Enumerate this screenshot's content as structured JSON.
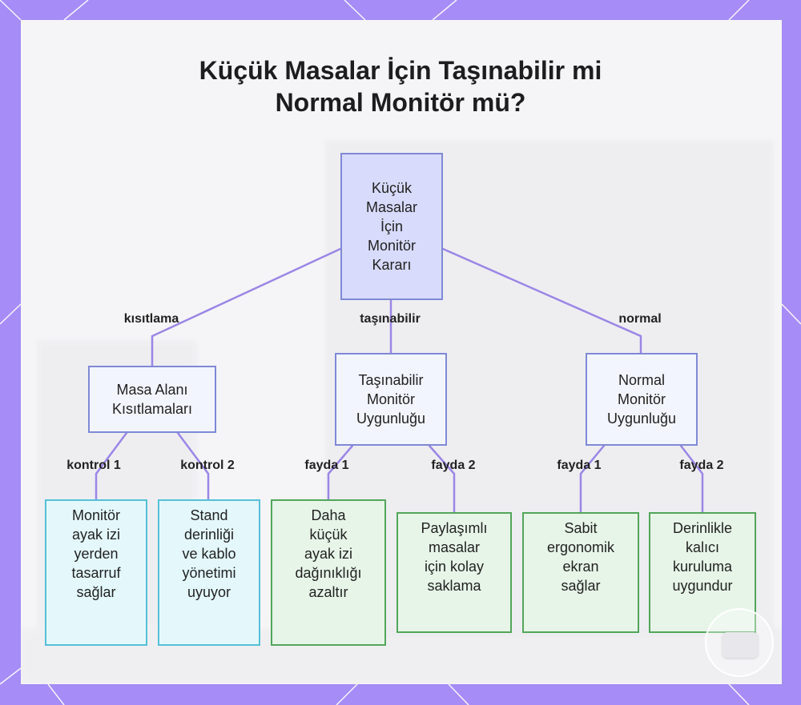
{
  "title": {
    "line1": "Küçük Masalar İçin Taşınabilir mi",
    "line2": "Normal Monitör mü?"
  },
  "colors": {
    "background": "#a58cf6",
    "panel": "#f5f5f7",
    "connector": "#9b86e6",
    "root_fill": "#d8dbfb",
    "mid_fill": "#f3f5fe",
    "blue_leaf_fill": "#e4f8fc",
    "green_leaf_fill": "#e7f5e8"
  },
  "root": {
    "lines": [
      "Küçük",
      "Masalar",
      "İçin",
      "Monitör",
      "Kararı"
    ]
  },
  "branches": [
    {
      "edge_label": "kısıtlama",
      "node_lines": [
        "Masa Alanı",
        "Kısıtlamaları"
      ],
      "children": [
        {
          "edge_label": "kontrol 1",
          "lines": [
            "Monitör",
            "ayak izi",
            "yerden",
            "tasarruf",
            "sağlar"
          ]
        },
        {
          "edge_label": "kontrol 2",
          "lines": [
            "Stand",
            "derinliği",
            "ve kablo",
            "yönetimi",
            "uyuyor"
          ]
        }
      ]
    },
    {
      "edge_label": "taşınabilir",
      "node_lines": [
        "Taşınabilir",
        "Monitör",
        "Uygunluğu"
      ],
      "children": [
        {
          "edge_label": "fayda 1",
          "lines": [
            "Daha",
            "küçük",
            "ayak izi",
            "dağınıklığı",
            "azaltır"
          ]
        },
        {
          "edge_label": "fayda 2",
          "lines": [
            "Paylaşımlı",
            "masalar",
            "için kolay",
            "saklama"
          ]
        }
      ]
    },
    {
      "edge_label": "normal",
      "node_lines": [
        "Normal",
        "Monitör",
        "Uygunluğu"
      ],
      "children": [
        {
          "edge_label": "fayda 1",
          "lines": [
            "Sabit",
            "ergonomik",
            "ekran",
            "sağlar"
          ]
        },
        {
          "edge_label": "fayda 2",
          "lines": [
            "Derinlikle",
            "kalıcı",
            "kuruluma",
            "uygundur"
          ]
        }
      ]
    }
  ]
}
